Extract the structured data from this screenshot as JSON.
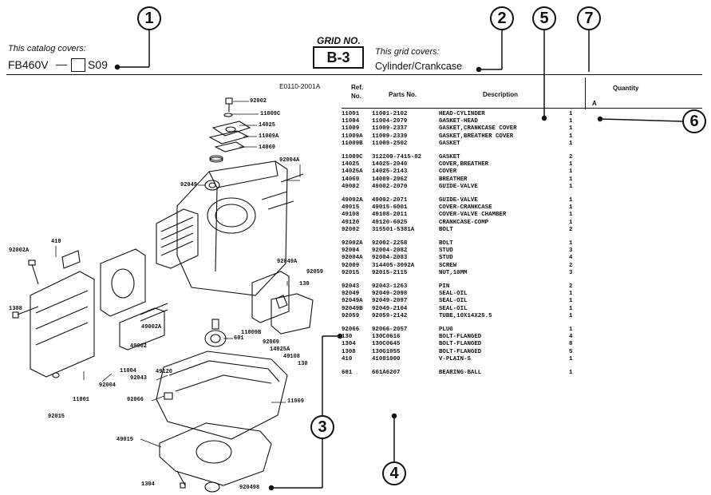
{
  "header": {
    "catalog_label": "This catalog covers:",
    "model": "FB460V",
    "suffix": "S09",
    "grid_label": "GRID NO.",
    "grid_no": "B-3",
    "grid_covers_label": "This grid covers:",
    "grid_covers": "Cylinder/Crankcase",
    "drawing_code": "E0110-2001A"
  },
  "callouts": [
    "1",
    "2",
    "3",
    "4",
    "5",
    "6",
    "7"
  ],
  "table": {
    "col_ref": "Ref. No.",
    "col_parts": "Parts No.",
    "col_desc": "Description",
    "col_qty": "Quantity",
    "col_qty_sub": "A",
    "groups": [
      [
        [
          "11001",
          "11001-2102",
          "HEAD-CYLINDER",
          "1"
        ],
        [
          "11004",
          "11004-2079",
          "GASKET-HEAD",
          "1"
        ],
        [
          "11009",
          "11009-2337",
          "GASKET,CRANKCASE COVER",
          "1"
        ],
        [
          "11009A",
          "11009-2339",
          "GASKET,BREATHER COVER",
          "1"
        ],
        [
          "11009B",
          "11009-2502",
          "GASKET",
          "1"
        ]
      ],
      [
        [
          "11009C",
          "312200-7415-02",
          "GASKET",
          "2"
        ],
        [
          "14025",
          "14025-2040",
          "COVER,BREATHER",
          "1"
        ],
        [
          "14025A",
          "14025-2143",
          "COVER",
          "1"
        ],
        [
          "14069",
          "14089-2062",
          "BREATHER",
          "1"
        ],
        [
          "49002",
          "49002-2070",
          "GUIDE-VALVE",
          "1"
        ]
      ],
      [
        [
          "49002A",
          "49002-2071",
          "GUIDE-VALVE",
          "1"
        ],
        [
          "49015",
          "49015-6001",
          "COVER-CRANKCASE",
          "1"
        ],
        [
          "49108",
          "49108-2011",
          "COVER-VALVE CHAMBER",
          "1"
        ],
        [
          "49120",
          "49120-6025",
          "CRANKCASE-COMP",
          "1"
        ],
        [
          "92002",
          "315501-5381A",
          "BOLT",
          "2"
        ]
      ],
      [
        [
          "92002A",
          "92002-2258",
          "BOLT",
          "1"
        ],
        [
          "92004",
          "92004-2082",
          "STUD",
          "3"
        ],
        [
          "92004A",
          "92004-2083",
          "STUD",
          "4"
        ],
        [
          "92009",
          "314405-3092A",
          "SCREW",
          "2"
        ],
        [
          "92015",
          "92015-2115",
          "NUT,10MM",
          "3"
        ]
      ],
      [
        [
          "92043",
          "92043-1263",
          "PIN",
          "2"
        ],
        [
          "92049",
          "92049-2098",
          "SEAL-OIL",
          "1"
        ],
        [
          "92049A",
          "92049-2097",
          "SEAL-OIL",
          "1"
        ],
        [
          "92049B",
          "92049-2104",
          "SEAL-OIL",
          "1"
        ],
        [
          "92059",
          "92059-2142",
          "TUBE,10X14X25.5",
          "1"
        ]
      ],
      [
        [
          "92066",
          "92066-2057",
          "PLUG",
          "1"
        ],
        [
          "130",
          "130C0616",
          "BOLT-FLANGED",
          "4"
        ],
        [
          "1304",
          "130C0645",
          "BOLT-FLANGED",
          "8"
        ],
        [
          "1308",
          "130G1055",
          "BOLT-FLANGED",
          "5"
        ],
        [
          "410",
          "41081000",
          "V-PLAIN-S",
          "1"
        ]
      ],
      [
        [
          "601",
          "601A6207",
          "BEARING-BALL",
          "1"
        ]
      ]
    ]
  },
  "part_labels": {
    "l92002": "92002",
    "l11009C": "11009C",
    "l14025": "14025",
    "l11009A": "11009A",
    "l14069": "14069",
    "l92004A": "92004A",
    "l92049": "92049",
    "l410": "410",
    "l92002A": "92002A",
    "l92049A": "92049A",
    "l92059": "92059",
    "l130a": "130",
    "l1308": "1308",
    "l49002A": "49002A",
    "l11009B": "11009B",
    "l601": "601",
    "l92009": "92009",
    "l14025A": "14025A",
    "l49108": "49108",
    "l49002": "49002",
    "l92004": "92004",
    "l11004": "11004",
    "l49120": "49120",
    "l92043": "92043",
    "l11001": "11001",
    "l92066": "92066",
    "l11009": "11009",
    "l92015": "92015",
    "l49015": "49015",
    "l1304": "1304",
    "l92049B": "920498"
  }
}
